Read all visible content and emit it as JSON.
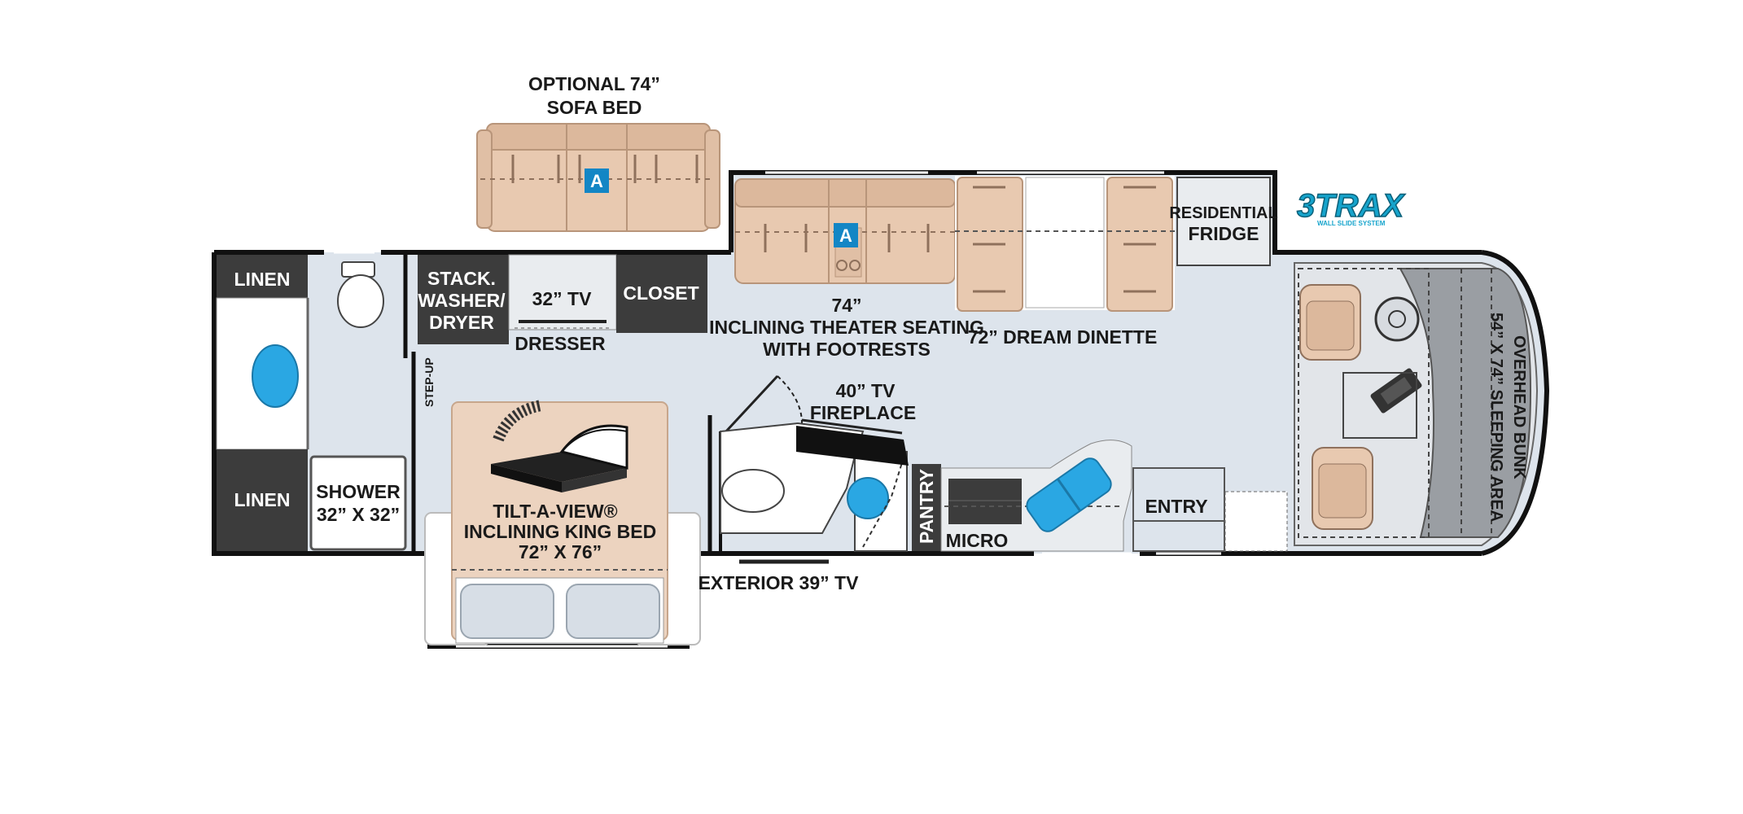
{
  "colors": {
    "floor": "#dde4ec",
    "wall": "#111111",
    "cabinet_dark": "#3c3c3c",
    "leather": "#e8c9b0",
    "leather_dark": "#b8957a",
    "water_blue": "#2aa7e3",
    "badge_blue": "#1386c5",
    "appliance_gray": "#e9ecef",
    "cab_gray": "#9a9ea3",
    "logo_blue": "#16a4cc"
  },
  "logo": {
    "main": "3TRAX",
    "sub": "WALL SLIDE SYSTEM"
  },
  "badges": {
    "sofa_badge": "A",
    "theater_badge": "A"
  },
  "labels": {
    "sofa_line1": "OPTIONAL 74”",
    "sofa_line2": "SOFA BED",
    "fridge_line1": "RESIDENTIAL",
    "fridge_line2": "FRIDGE",
    "linen_top": "LINEN",
    "linen_bottom": "LINEN",
    "washer_line1": "STACK.",
    "washer_line2": "WASHER/",
    "washer_line3": "DRYER",
    "tv32": "32” TV",
    "dresser": "DRESSER",
    "closet": "CLOSET",
    "theater_line1": "74”",
    "theater_line2": "INCLINING THEATER SEATING",
    "theater_line3": "WITH FOOTRESTS",
    "dinette": "72” DREAM DINETTE",
    "step_up": "STEP-UP",
    "tv40": "40” TV",
    "fireplace": "FIREPLACE",
    "bed_line1": "TILT-A-VIEW®",
    "bed_line2": "INCLINING KING BED",
    "bed_line3": "72” X 76”",
    "shower_line1": "SHOWER",
    "shower_line2": "32” X 32”",
    "pantry": "PANTRY",
    "micro": "MICRO",
    "entry": "ENTRY",
    "exterior_tv": "EXTERIOR 39” TV",
    "bunk_line1": "OVERHEAD BUNK",
    "bunk_line2": "54” X 74” SLEEPING AREA"
  }
}
